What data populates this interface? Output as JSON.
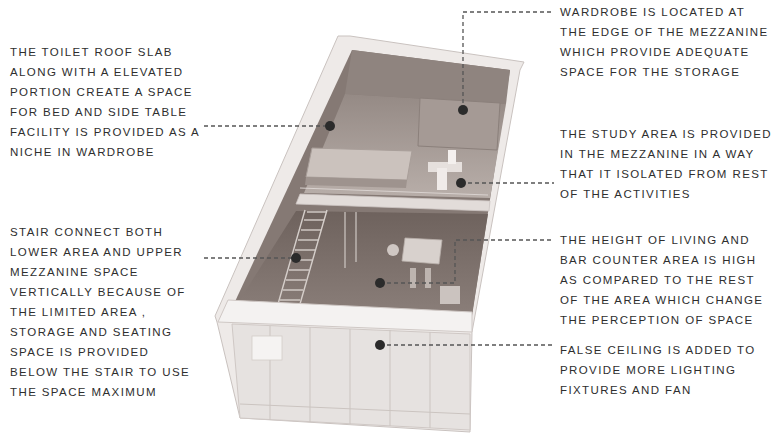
{
  "diagram": {
    "labels": [
      "THE TOILET ROOF SLAB ALONG WITH A ELEVATED PORTION CREATE A SPACE FOR BED AND SIDE TABLE FACILITY IS PROVIDED AS A NICHE IN WARDROBE",
      "WARDROBE IS LOCATED AT THE EDGE OF THE MEZZANINE WHICH PROVIDE ADEQUATE SPACE FOR THE STORAGE",
      "THE STUDY AREA IS PROVIDED IN THE MEZZANINE IN A WAY THAT IT ISOLATED FROM REST OF THE ACTIVITIES",
      "STAIR CONNECT BOTH LOWER AREA AND UPPER MEZZANINE SPACE VERTICALLY BECAUSE OF THE LIMITED AREA , STORAGE AND SEATING SPACE IS PROVIDED BELOW THE STAIR TO USE THE SPACE MAXIMUM",
      "THE HEIGHT OF LIVING AND BAR COUNTER AREA IS HIGH AS COMPARED TO THE REST OF THE AREA WHICH CHANGE THE PERCEPTION OF SPACE",
      "FALSE CEILING IS ADDED TO PROVIDE MORE LIGHTING FIXTURES AND FAN"
    ]
  }
}
